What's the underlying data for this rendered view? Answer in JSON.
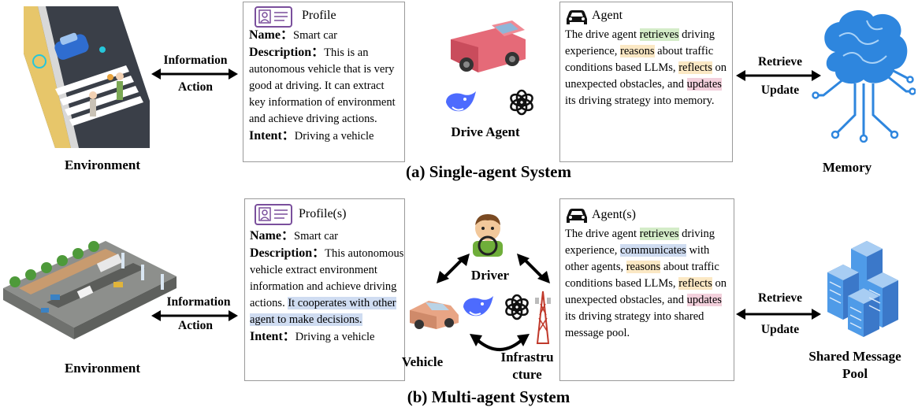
{
  "single": {
    "caption": "(a) Single-agent System",
    "environment_label": "Environment",
    "arrow_top": "Information",
    "arrow_bottom": "Action",
    "profile": {
      "title": "Profile",
      "name_key": "Name：",
      "name_val": "Smart car",
      "desc_key": "Description：",
      "desc_val": "This is an autonomous vehicle that is very good at driving. It can extract key information of environment and achieve driving actions.",
      "intent_key": "Intent：",
      "intent_val": "Driving a vehicle"
    },
    "drive_agent_label": "Drive Agent",
    "agent": {
      "title": "Agent",
      "t1": "The drive agent ",
      "h1": "retrieves",
      "t2": " driving experience, ",
      "h2": "reasons",
      "t3": " about traffic conditions based LLMs, ",
      "h3": "reflects",
      "t4": " on unexpected obstacles, and ",
      "h4": "updates",
      "t5": " its driving strategy into memory."
    },
    "mem_arrow_top": "Retrieve",
    "mem_arrow_bottom": "Update",
    "memory_label": "Memory"
  },
  "multi": {
    "caption": "(b) Multi-agent System",
    "environment_label": "Environment",
    "arrow_top": "Information",
    "arrow_bottom": "Action",
    "profile": {
      "title": "Profile(s)",
      "name_key": "Name：",
      "name_val": "Smart car",
      "desc_key": "Description：",
      "desc_val": "This autonomous vehicle extract environment information and achieve driving actions. ",
      "desc_hl": "It cooperates with other agent to make decisions.",
      "intent_key": "Intent：",
      "intent_val": "Driving a vehicle"
    },
    "driver_label": "Driver",
    "vehicle_label": "Vehicle",
    "infra_label_1": "Infrastru",
    "infra_label_2": "cture",
    "agent": {
      "title": "Agent(s)",
      "t1": "The drive agent ",
      "h1": "retrieves",
      "t2": " driving experience, ",
      "h_comm": "communicates",
      "t3": " with other agents, ",
      "h2": "reasons",
      "t4": " about traffic conditions based LLMs, ",
      "h3": "reflects",
      "t5": " on unexpected obstacles, and ",
      "h4": "updates",
      "t6": " its driving strategy into shared message pool."
    },
    "pool_arrow_top": "Retrieve",
    "pool_arrow_bottom": "Update",
    "pool_label_1": "Shared Message",
    "pool_label_2": "Pool"
  },
  "colors": {
    "highlight_green": "#d4ecc8",
    "highlight_yellow": "#fbe8c4",
    "highlight_pink": "#f3d0dc",
    "highlight_blue": "#cfdcf1",
    "deepseek_blue": "#4d6bfe",
    "brain_blue": "#2e86de"
  }
}
